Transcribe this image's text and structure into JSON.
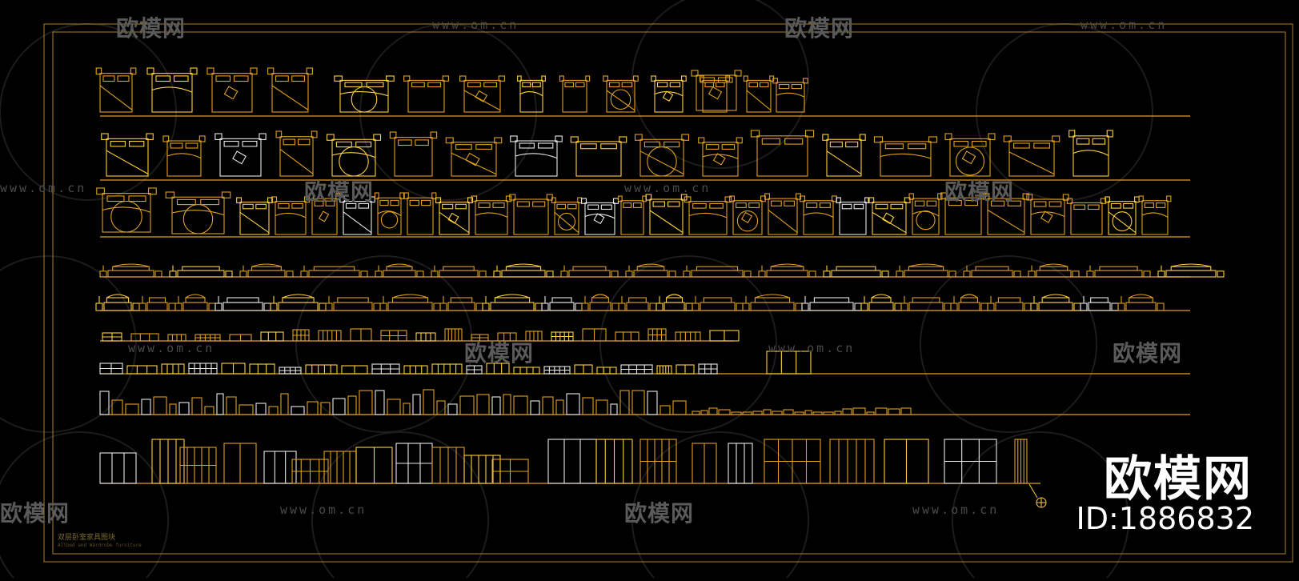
{
  "watermark": {
    "brand_text": "欧模网",
    "url_text": "www.om.cn"
  },
  "brand": {
    "name": "欧模网",
    "id_label": "ID:1886832"
  },
  "drawing": {
    "caption": "双层卧室家具图块",
    "subcaption": "Allbed and Wardrobe furniture",
    "colors": {
      "background": "#000000",
      "line": "#e0a020",
      "line_alt": "#ffd040",
      "frame": "#b08020",
      "white": "#e8e8e8"
    }
  }
}
